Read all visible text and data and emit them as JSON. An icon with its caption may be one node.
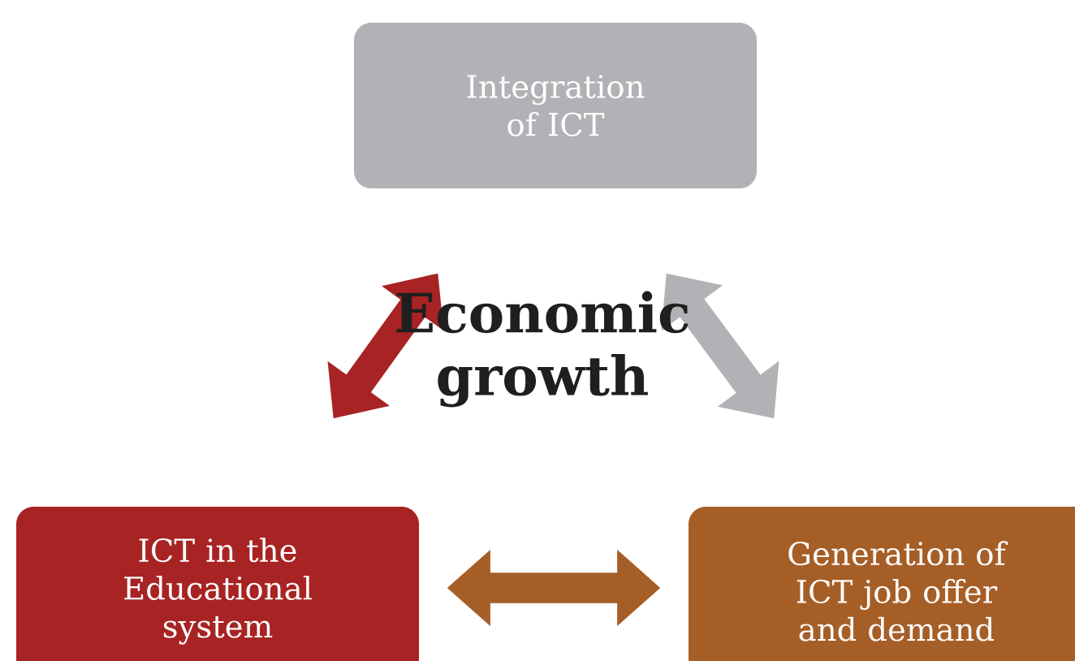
{
  "diagram": {
    "nodes": [
      {
        "text": [
          "Integration of ICT"
        ]
      },
      {
        "text": [
          "ICT in the Educational system"
        ]
      },
      {
        "text": [
          "Generation of ICT job offer and demand"
        ]
      }
    ],
    "edges": [
      {
        "from": 0,
        "to": 1,
        "arrow": "both",
        "color": "#a82323"
      },
      {
        "from": 0,
        "to": 2,
        "arrow": "both",
        "color": "#b1b2b5"
      },
      {
        "from": 1,
        "to": 2,
        "arrow": "both",
        "color": "#a65e27"
      }
    ],
    "labels": [
      "Economic growth"
    ]
  }
}
